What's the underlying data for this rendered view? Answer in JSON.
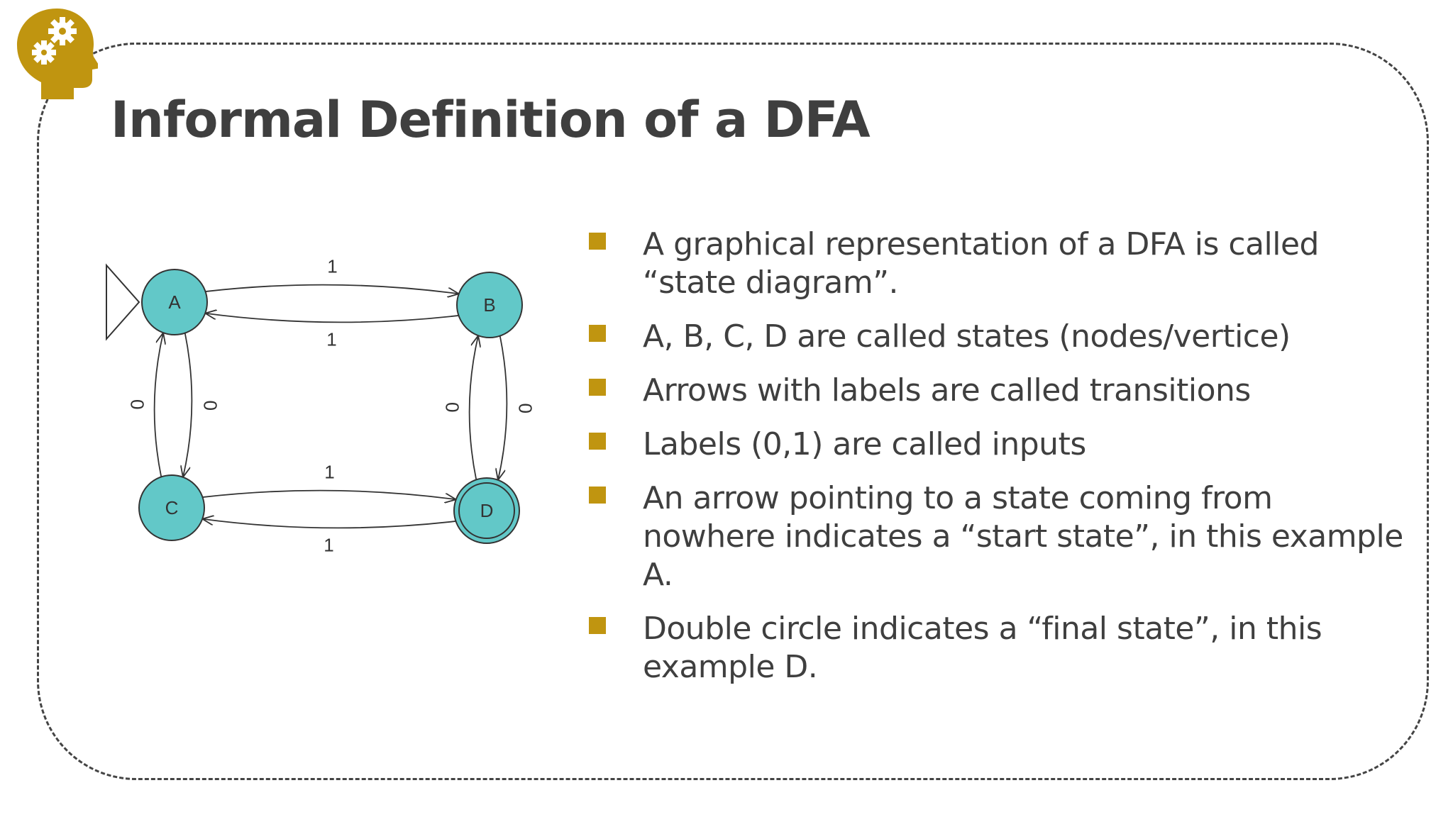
{
  "slide": {
    "title": "Informal Definition of a DFA",
    "accent_color": "#c09510",
    "logo_icon": "head-gears-icon"
  },
  "diagram": {
    "node_fill": "#62c8c8",
    "states": [
      {
        "id": "A",
        "label": "A",
        "start": true,
        "final": false
      },
      {
        "id": "B",
        "label": "B",
        "start": false,
        "final": false
      },
      {
        "id": "C",
        "label": "C",
        "start": false,
        "final": false
      },
      {
        "id": "D",
        "label": "D",
        "start": false,
        "final": true
      }
    ],
    "transitions": [
      {
        "from": "A",
        "to": "B",
        "label": "1"
      },
      {
        "from": "B",
        "to": "A",
        "label": "1"
      },
      {
        "from": "A",
        "to": "C",
        "label": "0"
      },
      {
        "from": "C",
        "to": "A",
        "label": "0"
      },
      {
        "from": "B",
        "to": "D",
        "label": "0"
      },
      {
        "from": "D",
        "to": "B",
        "label": "0"
      },
      {
        "from": "C",
        "to": "D",
        "label": "1"
      },
      {
        "from": "D",
        "to": "C",
        "label": "1"
      }
    ]
  },
  "bullets": [
    "A graphical representation of a DFA is called “state diagram”.",
    "A, B, C, D are called states (nodes/vertice)",
    "Arrows with labels are called transitions",
    "Labels (0,1) are called inputs",
    "An arrow pointing to a state coming from nowhere indicates a “start state”, in this example A.",
    "Double circle indicates a “final state”, in this example D."
  ]
}
